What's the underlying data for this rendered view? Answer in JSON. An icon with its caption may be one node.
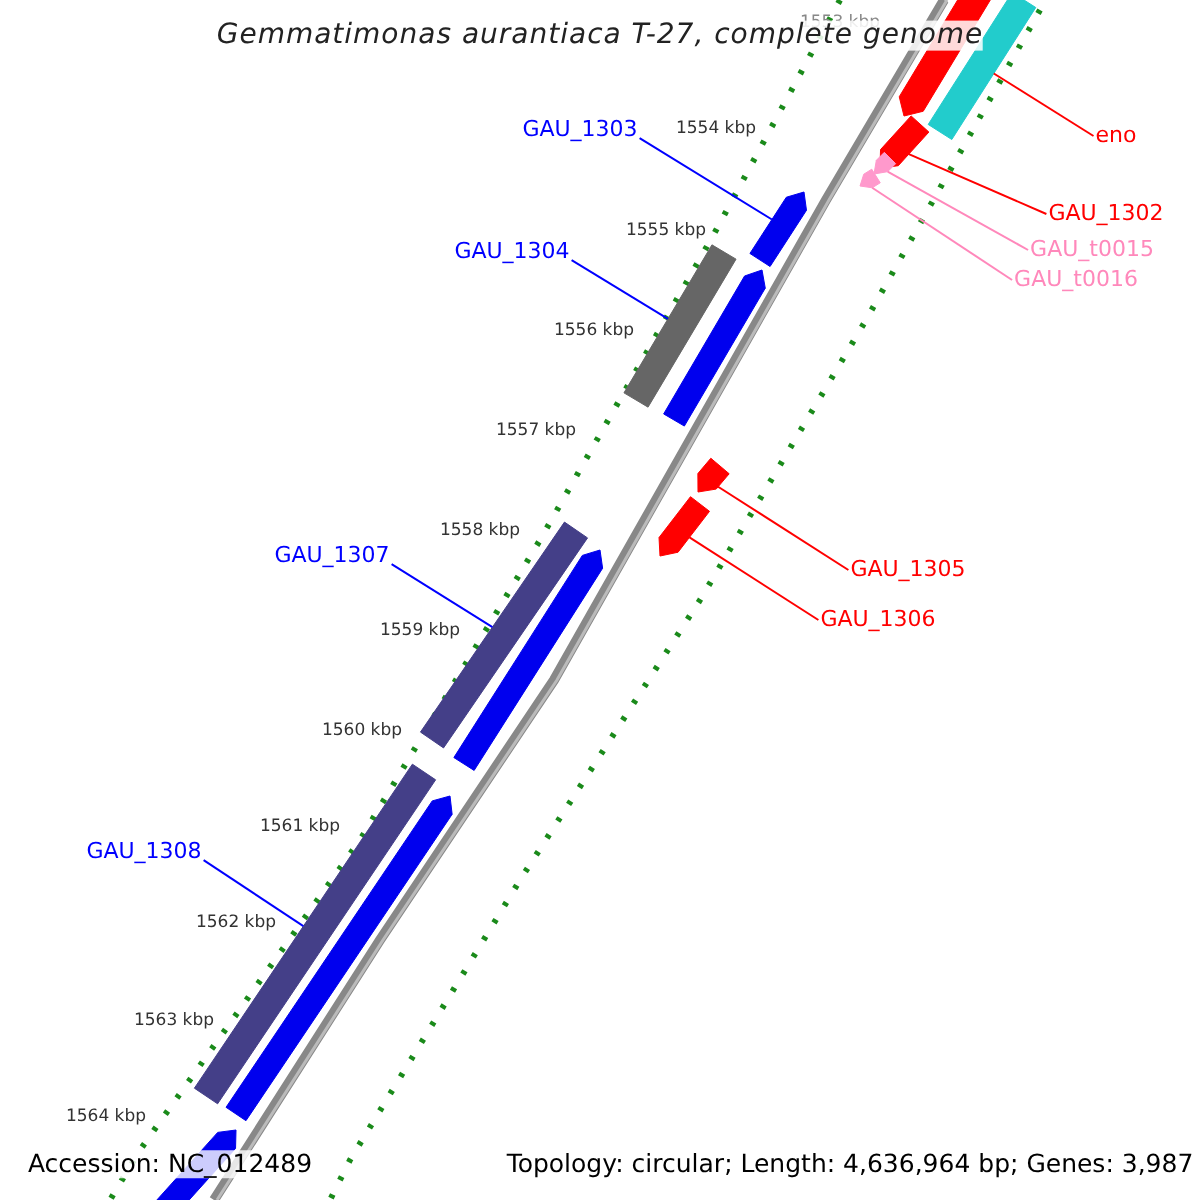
{
  "diagram": {
    "title": "Gemmatimonas aurantiaca T-27, complete genome",
    "nodes": [
      {
        "text": [
          "GAU_1303"
        ]
      },
      {
        "text": [
          "eno"
        ]
      },
      {
        "text": [
          "GAU_1304"
        ]
      },
      {
        "text": [
          "GAU_1302"
        ]
      },
      {
        "text": [
          "GAU_t0015"
        ]
      },
      {
        "text": [
          "GAU_t0016"
        ]
      },
      {
        "text": [
          "GAU_1307"
        ]
      },
      {
        "text": [
          "GAU_1305"
        ]
      },
      {
        "text": [
          "GAU_1306"
        ]
      },
      {
        "text": [
          "GAU_1308"
        ]
      },
      {
        "text": [],
        "shape": "bar"
      },
      {
        "text": [],
        "shape": "arrow"
      },
      {
        "text": [],
        "shape": "arrow"
      },
      {
        "text": [],
        "shape": "arrow"
      },
      {
        "text": [],
        "shape": "arrow"
      },
      {
        "text": [],
        "shape": "bar"
      },
      {
        "text": [],
        "shape": "arrow"
      },
      {
        "text": [],
        "shape": "arrow"
      },
      {
        "text": [],
        "shape": "bar"
      },
      {
        "text": [],
        "shape": "bar"
      }
    ],
    "edges": [
      {
        "from": 0,
        "to": 14,
        "arrow": "none",
        "color": "#0000ff"
      },
      {
        "from": 1,
        "to": 10,
        "arrow": "none",
        "color": "#ff0000"
      },
      {
        "from": 2,
        "to": 15,
        "arrow": "none",
        "color": "#0000ff"
      },
      {
        "from": 3,
        "to": 11,
        "arrow": "none",
        "color": "#ff0000"
      },
      {
        "from": 4,
        "to": 12,
        "arrow": "none",
        "color": "#ff88bb"
      },
      {
        "from": 5,
        "to": 13,
        "arrow": "none",
        "color": "#ff88bb"
      },
      {
        "from": 6,
        "to": 18,
        "arrow": "none",
        "color": "#0000ff"
      },
      {
        "from": 7,
        "to": 16,
        "arrow": "none",
        "color": "#ff0000"
      },
      {
        "from": 8,
        "to": 17,
        "arrow": "none",
        "color": "#ff0000"
      },
      {
        "from": 9,
        "to": 19,
        "arrow": "none",
        "color": "#0000ff"
      }
    ],
    "labels": [
      "1553 kbp",
      "1554 kbp",
      "1555 kbp",
      "1556 kbp",
      "1557 kbp",
      "1558 kbp",
      "1559 kbp",
      "1560 kbp",
      "1561 kbp",
      "1562 kbp",
      "1563 kbp",
      "1564 kbp",
      "Accession: NC_012489",
      "Topology: circular; Length: 4,636,964 bp; Genes: 3,987"
    ]
  }
}
